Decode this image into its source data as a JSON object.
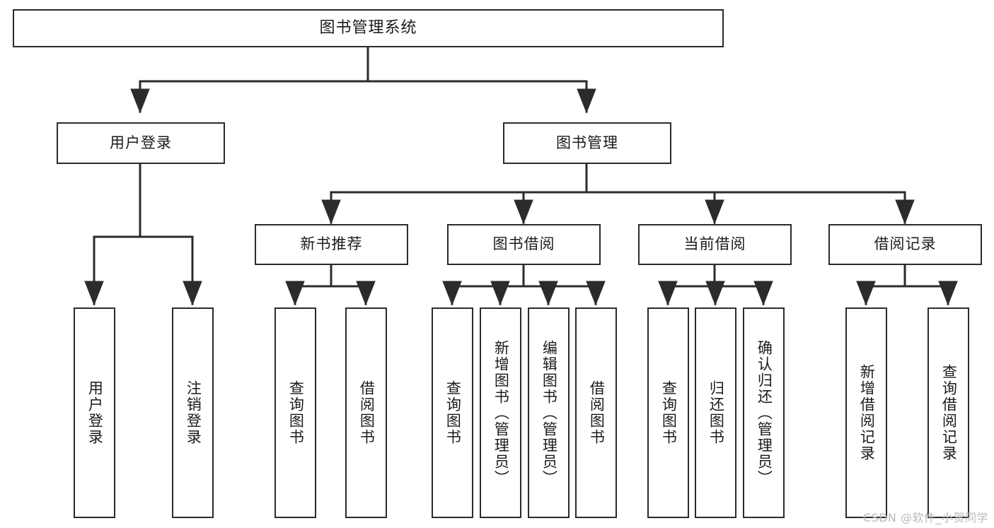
{
  "diagram": {
    "title": "图书管理系统",
    "type": "tree-hierarchy-chart",
    "background_color": "#ffffff",
    "line_color": "#2b2b2b",
    "text_color": "#1b1b1b"
  },
  "root": {
    "label": "图书管理系统"
  },
  "level2": [
    {
      "label": "用户登录"
    },
    {
      "label": "图书管理"
    }
  ],
  "level3": [
    {
      "label": "新书推荐"
    },
    {
      "label": "图书借阅"
    },
    {
      "label": "当前借阅"
    },
    {
      "label": "借阅记录"
    }
  ],
  "leaves": {
    "user_login": [
      {
        "label": "用户登录"
      },
      {
        "label": "注销登录"
      }
    ],
    "new_book_recommend": [
      {
        "label": "查询图书"
      },
      {
        "label": "借阅图书"
      }
    ],
    "book_borrow": [
      {
        "label": "查询图书"
      },
      {
        "label": "新增图书（管理员）"
      },
      {
        "label": "编辑图书（管理员）"
      },
      {
        "label": "借阅图书"
      }
    ],
    "current_borrow": [
      {
        "label": "查询图书"
      },
      {
        "label": "归还图书"
      },
      {
        "label": "确认归还（管理员）"
      }
    ],
    "borrow_record": [
      {
        "label": "新增借阅记录"
      },
      {
        "label": "查询借阅记录"
      }
    ]
  },
  "watermark": {
    "text": "CSDN @软件_小贺同学"
  }
}
